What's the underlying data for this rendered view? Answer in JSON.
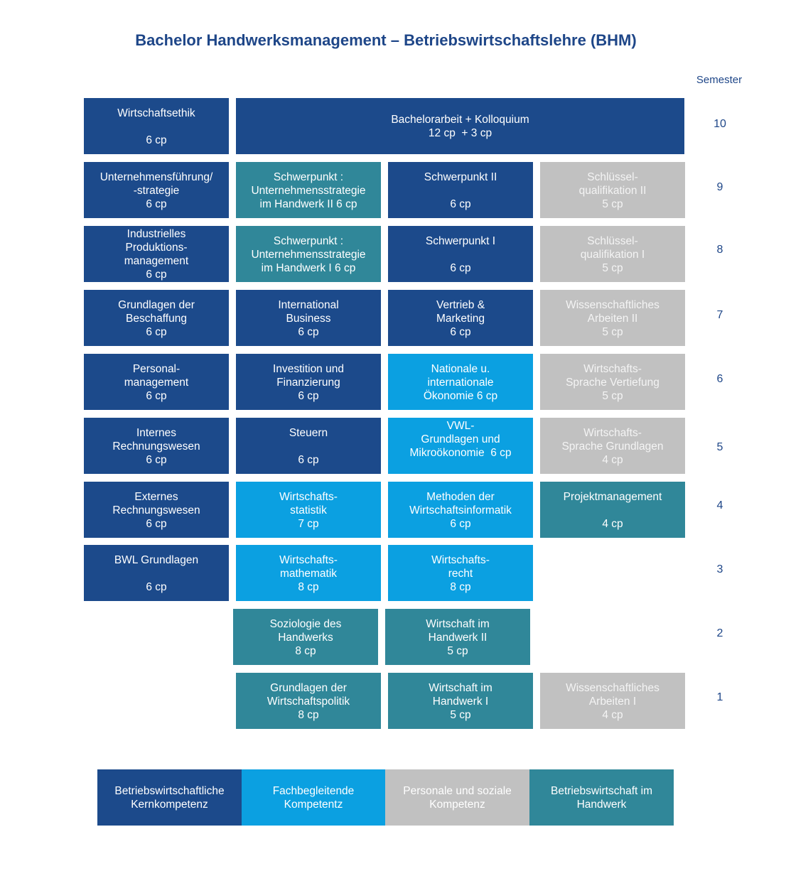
{
  "title": "Bachelor Handwerksmanagement – Betriebswirtschaftslehre (BHM)",
  "semester_header": "Semester",
  "semester_numbers": [
    "10",
    "9",
    "8",
    "7",
    "6",
    "5",
    "4",
    "3",
    "2",
    "1"
  ],
  "colors": {
    "core": "#1c4a8b",
    "fach": "#0ba0e1",
    "pers": "#c1c1c1",
    "hw": "#308799",
    "title": "#1e4688"
  },
  "modules": {
    "wirtschaftsethik": [
      "Wirtschaftsethik",
      "",
      "6 cp"
    ],
    "bachelorarbeit": [
      "Bachelorarbeit + Kolloquium",
      "12 cp  + 3 cp"
    ],
    "unternehmensfuehrung": [
      "Unternehmensführung/",
      "-strategie",
      "6 cp"
    ],
    "schwerpunkt_strategie_2": [
      "Schwerpunkt :",
      "Unternehmensstrategie",
      "im Handwerk II 6 cp"
    ],
    "schwerpunkt_2": [
      "Schwerpunkt II",
      "",
      "6 cp"
    ],
    "schluessel_2": [
      "Schlüssel-",
      "qualifikation II",
      "5 cp"
    ],
    "industrielles": [
      "Industrielles",
      "Produktions-",
      "management",
      "6 cp"
    ],
    "schwerpunkt_strategie_1": [
      "Schwerpunkt :",
      "Unternehmensstrategie",
      "im Handwerk I 6 cp"
    ],
    "schwerpunkt_1": [
      "Schwerpunkt I",
      "",
      "6 cp"
    ],
    "schluessel_1": [
      "Schlüssel-",
      "qualifikation I",
      "5 cp"
    ],
    "beschaffung": [
      "Grundlagen der",
      "Beschaffung",
      "6 cp"
    ],
    "international_business": [
      "International",
      "Business",
      "6 cp"
    ],
    "vertrieb": [
      "Vertrieb &",
      "Marketing",
      "6 cp"
    ],
    "wiss_arbeiten_2": [
      "Wissenschaftliches",
      "Arbeiten II",
      "5 cp"
    ],
    "personal": [
      "Personal-",
      "management",
      "6 cp"
    ],
    "investition": [
      "Investition und",
      "Finanzierung",
      "6 cp"
    ],
    "nationale_oekonomie": [
      "Nationale u.",
      "internationale",
      "Ökonomie 6 cp"
    ],
    "sprache_vertiefung": [
      "Wirtschafts-",
      "Sprache Vertiefung",
      "5 cp"
    ],
    "internes_rw": [
      "Internes",
      "Rechnungswesen",
      "6 cp"
    ],
    "steuern": [
      "Steuern",
      "",
      "6 cp"
    ],
    "vwl": [
      "VWL-",
      "Grundlagen und",
      "Mikroökonomie  6 cp"
    ],
    "sprache_grundlagen": [
      "Wirtschafts-",
      "Sprache Grundlagen",
      "4 cp"
    ],
    "externes_rw": [
      "Externes",
      "Rechnungswesen",
      "6 cp"
    ],
    "statistik": [
      "Wirtschafts-",
      "statistik",
      "7 cp"
    ],
    "methoden_wi": [
      "Methoden der",
      "Wirtschaftsinformatik",
      "6 cp"
    ],
    "projektmanagement": [
      "Projektmanagement",
      "",
      "4 cp"
    ],
    "bwl_grundlagen": [
      "BWL Grundlagen",
      "",
      "6 cp"
    ],
    "mathematik": [
      "Wirtschafts-",
      "mathematik",
      "8 cp"
    ],
    "recht": [
      "Wirtschafts-",
      "recht",
      "8 cp"
    ],
    "soziologie": [
      "Soziologie des",
      "Handwerks",
      "8 cp"
    ],
    "wirtschaft_hw_2": [
      "Wirtschaft im",
      "Handwerk II",
      "5 cp"
    ],
    "wirtschaftspolitik": [
      "Grundlagen der",
      "Wirtschaftspolitik",
      "8 cp"
    ],
    "wirtschaft_hw_1": [
      "Wirtschaft im",
      "Handwerk I",
      "5 cp"
    ],
    "wiss_arbeiten_1": [
      "Wissenschaftliches",
      "Arbeiten I",
      "4 cp"
    ]
  },
  "legend": {
    "core": [
      "Betriebswirtschaftliche",
      "Kernkompetenz"
    ],
    "fach": [
      "Fachbegleitende",
      "Kompetentz"
    ],
    "pers": [
      "Personale und soziale",
      "Kompetenz"
    ],
    "hw": [
      "Betriebswirtschaft im",
      "Handwerk"
    ]
  }
}
